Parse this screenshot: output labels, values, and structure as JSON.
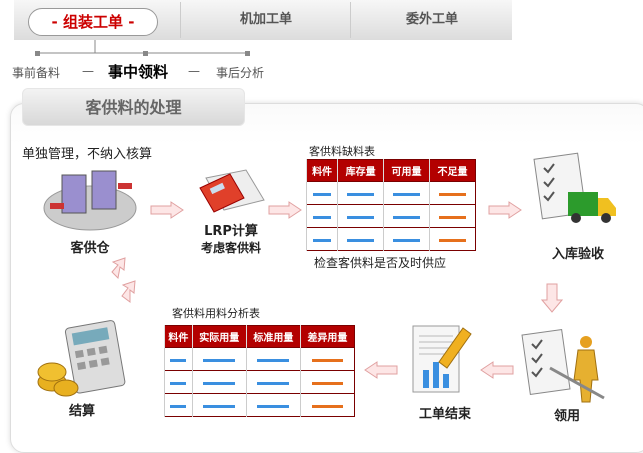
{
  "tabs": [
    {
      "label": "-  组装工单  -",
      "active": true
    },
    {
      "label": "机加工单"
    },
    {
      "label": "委外工单"
    }
  ],
  "steps": [
    {
      "label": "事前备料"
    },
    {
      "label": "事中领料",
      "active": true
    },
    {
      "label": "事后分析"
    }
  ],
  "step_sep": "—",
  "section_title": "客供料的处理",
  "note": "单独管理，不纳入核算",
  "nodes": {
    "warehouse": "客供仓",
    "lrp_1": "LRP计算",
    "lrp_2": "考虑客供料",
    "inspect": "入库验收",
    "issue": "领用",
    "close": "工单结束",
    "settle": "结算"
  },
  "shortage_table": {
    "title": "客供料缺料表",
    "headers": [
      "料件",
      "库存量",
      "可用量",
      "不足量"
    ],
    "rows": 3,
    "caption": "检查客供料是否及时供应"
  },
  "usage_table": {
    "title": "客供料用料分析表",
    "headers": [
      "料件",
      "实际用量",
      "标准用量",
      "差异用量"
    ],
    "rows": 3
  },
  "colors": {
    "accent": "#b30000",
    "line_blue": "#3a8fe0",
    "line_orange": "#e6701c"
  }
}
